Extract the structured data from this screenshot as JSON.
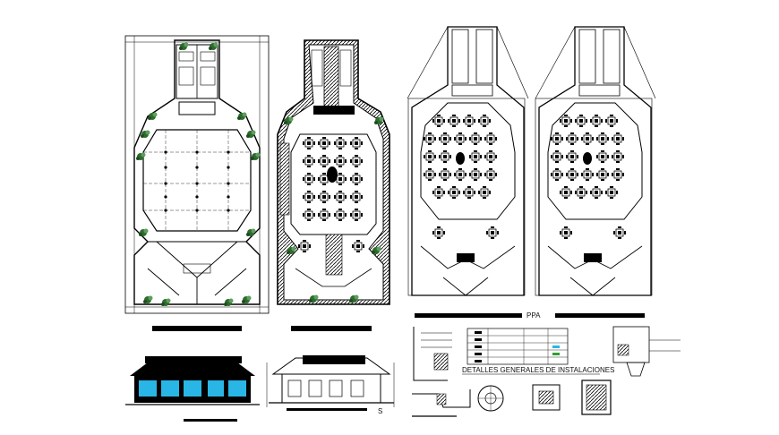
{
  "drawing": {
    "plan_3_tag": "PPA",
    "install_title": "DETALLES GENERALES DE INSTALACIONES",
    "section_mark": "S"
  }
}
